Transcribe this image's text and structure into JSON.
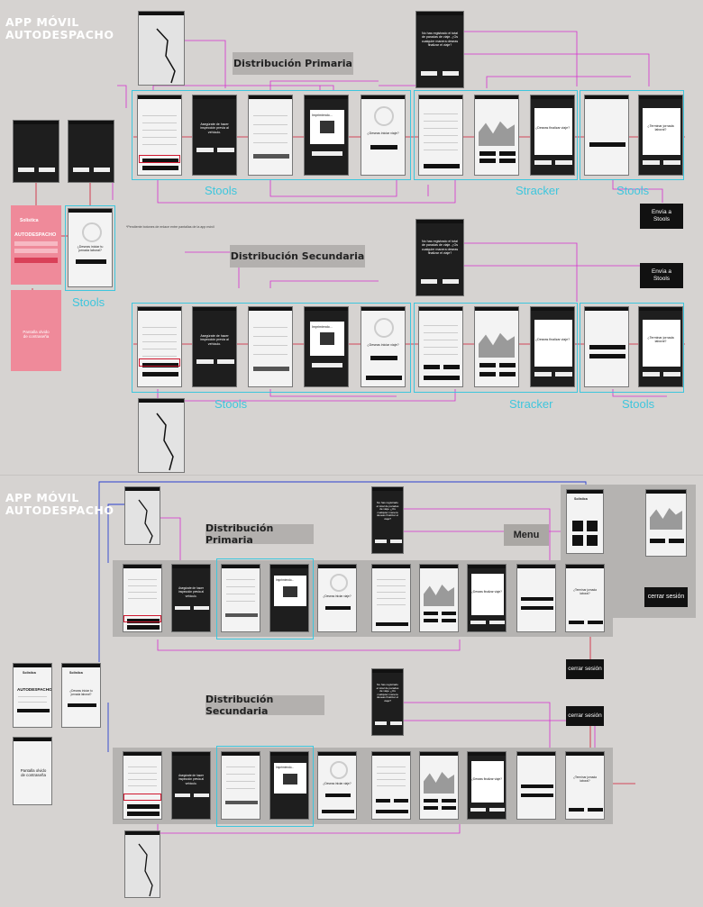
{
  "top": {
    "app_title": "APP MÓVIL\nAUTODESPACHO",
    "primary_title": "Distribución Primaria",
    "secondary_title": "Distribución Secundaria",
    "labels": {
      "stools_1": "Stools",
      "stools_2": "Stools",
      "stracker": "Stracker",
      "stools_3": "Stools",
      "stools_login": "Stools",
      "stools_4": "Stools",
      "stracker_2": "Stracker",
      "stools_5": "Stools"
    },
    "envia_stools_1": "Envía a\nStools",
    "envia_stools_2": "Envía a\nStools",
    "autodespacho": "AUTODESPACHO",
    "pantalla_olvido": "Pantalla olvido\nde contraseña",
    "footnote": "*Pendiente botones de enlace entre pantallas de la app móvil"
  },
  "bottom": {
    "app_title": "APP MÓVIL\nAUTODESPACHO",
    "primary_title": "Distribución Primaria",
    "secondary_title": "Distribución Secundaria",
    "menu_title": "Menu",
    "cerrar_1": "cerrar sesión",
    "cerrar_2": "cerrar sesión",
    "cerrar_3": "cerrar sesión",
    "autodespacho": "AUTODESPACHO",
    "pantalla_olvido": "Pantalla olvido\nde contraseña"
  },
  "screens": {
    "iniciar_viaje": "¿Deseas iniciar viaje?",
    "finalizar_viaje": "¿Deseas finalizar viaje?",
    "terminar_jornada": "¿Terminar jornada laboral?",
    "iniciar_jornada": "¿Deseas iniciar tu jornada laboral?",
    "imprimiendo": "Imprimiendo...",
    "asegurate": "Asegúrate de hacer inspección previa al vehículo.",
    "no_registrado": "No has registrado el total de paradas de viaje. ¿Os cualquier manera deseas finalizar el viaje?",
    "brand": "Solistica"
  },
  "colors": {
    "cyan": "#3ec6dd",
    "magenta": "#d72fd0",
    "red": "#d01830",
    "blue": "#2a3fd0",
    "pink": "#ef8a9a"
  }
}
